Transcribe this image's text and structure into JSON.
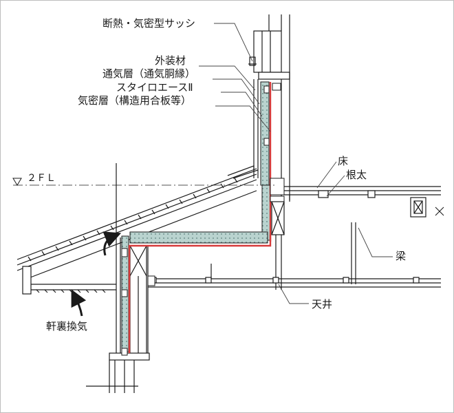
{
  "labels": {
    "sash": "断熱・気密型サッシ",
    "exterior": "外装材",
    "ventilation_layer": "通気層（通気胴縁）",
    "styroace": "スタイロエースⅡ",
    "airtight_layer": "気密層（構造用合板等）",
    "floor_level": "２ＦＬ",
    "floor": "床",
    "joist": "根太",
    "beam": "梁",
    "ceiling": "天井",
    "eave_ventilation": "軒裏換気"
  },
  "colors": {
    "line": "#1a1a1a",
    "airtight": "#d63a3a",
    "insulation": "#b9d3cf",
    "leader": "#444444"
  }
}
